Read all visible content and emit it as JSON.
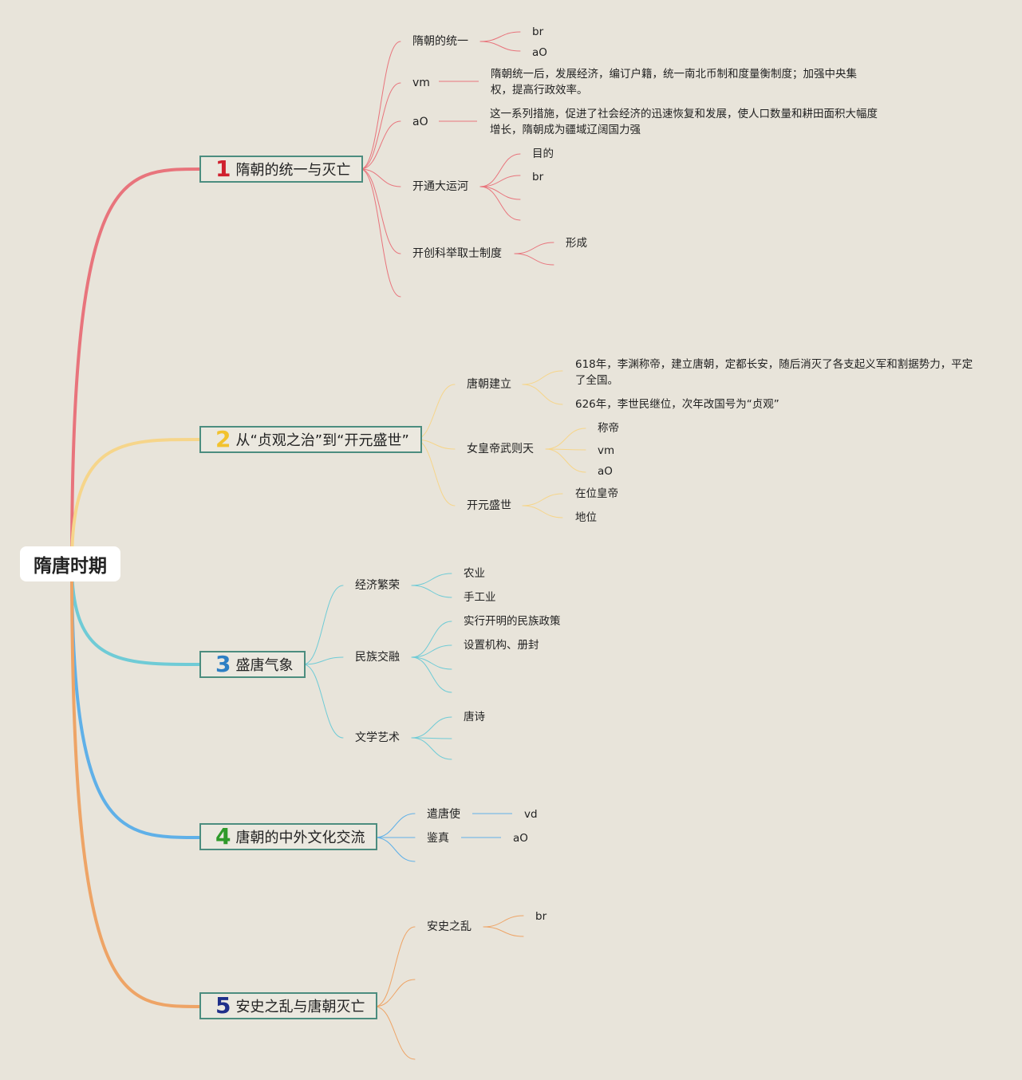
{
  "root": {
    "label": "隋唐时期"
  },
  "branches": [
    {
      "number": "1",
      "label": "隋朝的统一与灭亡",
      "color": "#e8747c",
      "num_color": "#d0202e",
      "topics": [
        {
          "label": "隋朝的统一",
          "details": [
            "br",
            "aO"
          ]
        },
        {
          "label": "vm",
          "details": [
            "隋朝统一后，发展经济，编订户籍，统一南北币制和度量衡制度；加强中央集权，提高行政效率。"
          ]
        },
        {
          "label": "aO",
          "details": [
            "这一系列措施，促进了社会经济的迅速恢复和发展，使人口数量和耕田面积大幅度增长，隋朝成为疆域辽阔国力强"
          ]
        },
        {
          "label": "开通大运河",
          "details": [
            "目的",
            "br"
          ]
        },
        {
          "label": "开创科举取士制度",
          "details": [
            "形成"
          ]
        }
      ]
    },
    {
      "number": "2",
      "label": "从“贞观之治”到“开元盛世”",
      "color": "#f6d58a",
      "num_color": "#f2c22e",
      "topics": [
        {
          "label": "唐朝建立",
          "details": [
            "618年，李渊称帝，建立唐朝，定都长安，随后消灭了各支起义军和割据势力，平定了全国。",
            "626年，李世民继位，次年改国号为“贞观”"
          ]
        },
        {
          "label": "女皇帝武则天",
          "details": [
            "称帝",
            "vm",
            "aO"
          ]
        },
        {
          "label": "开元盛世",
          "details": [
            "在位皇帝",
            "地位"
          ]
        }
      ]
    },
    {
      "number": "3",
      "label": "盛唐气象",
      "color": "#6fcbd6",
      "num_color": "#2d7fc4",
      "topics": [
        {
          "label": "经济繁荣",
          "details": [
            "农业",
            "手工业"
          ]
        },
        {
          "label": "民族交融",
          "details": [
            "实行开明的民族政策",
            "设置机构、册封"
          ]
        },
        {
          "label": "文学艺术",
          "details": [
            "唐诗"
          ]
        }
      ]
    },
    {
      "number": "4",
      "label": "唐朝的中外文化交流",
      "color": "#5fb0e8",
      "num_color": "#2e9a2a",
      "topics": [
        {
          "label": "遣唐使",
          "details": [
            "vd"
          ]
        },
        {
          "label": "鉴真",
          "details": [
            "aO"
          ]
        }
      ]
    },
    {
      "number": "5",
      "label": "安史之乱与唐朝灭亡",
      "color": "#eea466",
      "num_color": "#1f2f8a",
      "topics": [
        {
          "label": "安史之乱",
          "details": [
            "br"
          ]
        }
      ]
    }
  ]
}
